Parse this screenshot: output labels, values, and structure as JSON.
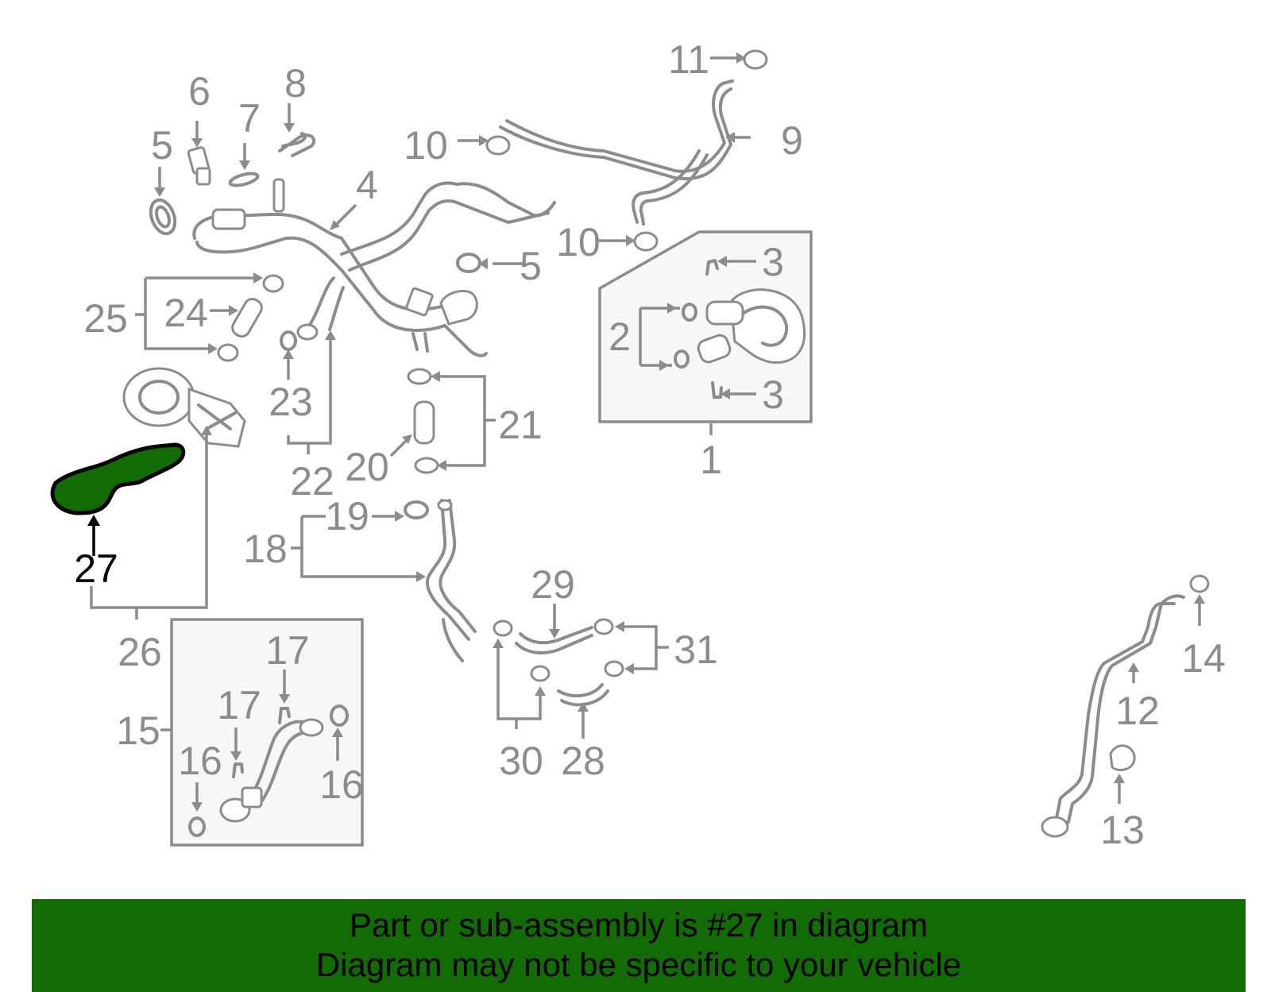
{
  "diagram": {
    "highlighted_part": "27",
    "highlight_color": "#136b06",
    "callouts": {
      "c1": "1",
      "c2": "2",
      "c3a": "3",
      "c3b": "3",
      "c4": "4",
      "c5a": "5",
      "c5b": "5",
      "c6": "6",
      "c7": "7",
      "c8": "8",
      "c9": "9",
      "c10a": "10",
      "c10b": "10",
      "c11": "11",
      "c12": "12",
      "c13": "13",
      "c14": "14",
      "c15": "15",
      "c16a": "16",
      "c16b": "16",
      "c17a": "17",
      "c17b": "17",
      "c18": "18",
      "c19": "19",
      "c20": "20",
      "c21": "21",
      "c22": "22",
      "c23": "23",
      "c24": "24",
      "c25": "25",
      "c26": "26",
      "c27": "27",
      "c28": "28",
      "c29": "29",
      "c30": "30",
      "c31": "31"
    }
  },
  "banner": {
    "line1": "Part or sub-assembly is #27 in diagram",
    "line2": "Diagram may not be specific to your vehicle",
    "background": "#136b06"
  }
}
